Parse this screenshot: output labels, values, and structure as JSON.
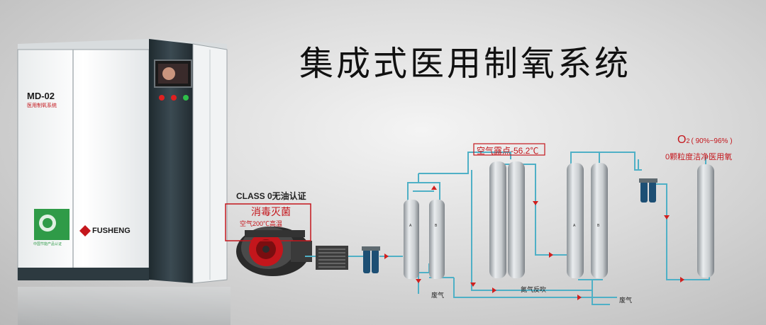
{
  "title": "集成式医用制氧系统",
  "machine": {
    "model": "MD-02",
    "subtitle": "医用制氧系统",
    "brand": "FUSHENG",
    "badge_text": "中国节能产品认证"
  },
  "labels": {
    "class0": "CLASS 0无油认证",
    "sterilize": "消毒灭菌",
    "air_temp": "空气200℃高温",
    "dew_point": "空气露点-56.2℃",
    "o2_main": "O",
    "o2_sub": "2",
    "o2_range": "( 90%~96% )",
    "particle": "0颗粒度洁净医用氧",
    "exhaust1": "废气",
    "exhaust2": "废气",
    "purge": "氮气反吹",
    "tank_a1": "A",
    "tank_b1": "B",
    "tank_a2": "A",
    "tank_b2": "B"
  },
  "colors": {
    "pipe": "#4fb0c6",
    "arrow": "#d0201f",
    "accent_red": "#c4161c",
    "machine_dark": "#2d3a40"
  }
}
